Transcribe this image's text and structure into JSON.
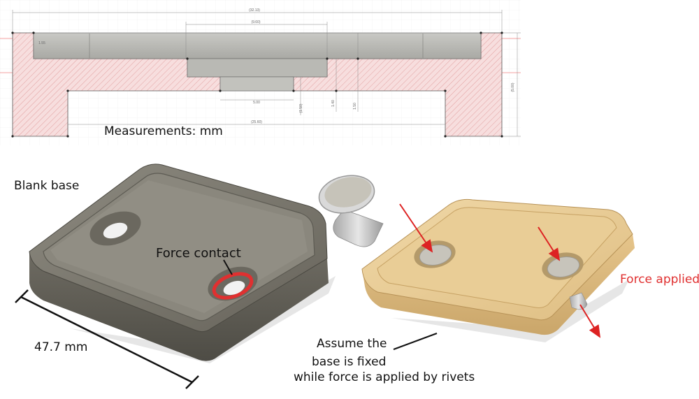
{
  "section_view": {
    "dimensions": {
      "overall_width": "(32.13)",
      "inner_width": "(9.60)",
      "left_small": "1.55",
      "bottom_width": "(25.60)",
      "center_width": "5.00",
      "right_height": "(5.00)",
      "vert_1": "(1.50)",
      "vert_2": "1.40",
      "vert_3": "1.50"
    },
    "caption": "Measurements: mm"
  },
  "labels": {
    "blank_base": "Blank base",
    "force_contact": "Force contact",
    "length": "47.7 mm",
    "assume_line1": "Assume the",
    "assume_line2": "base is fixed",
    "assume_line3": "while force is applied by rivets",
    "force_applied": "Force applied"
  },
  "colors": {
    "section_fill": "#f5d9d9",
    "hatch": "#e8a3a3",
    "base_dark": "#7a776e",
    "base_tan": "#e8c98f",
    "arrow_red": "#dd2222",
    "force_text": "#e03030"
  }
}
